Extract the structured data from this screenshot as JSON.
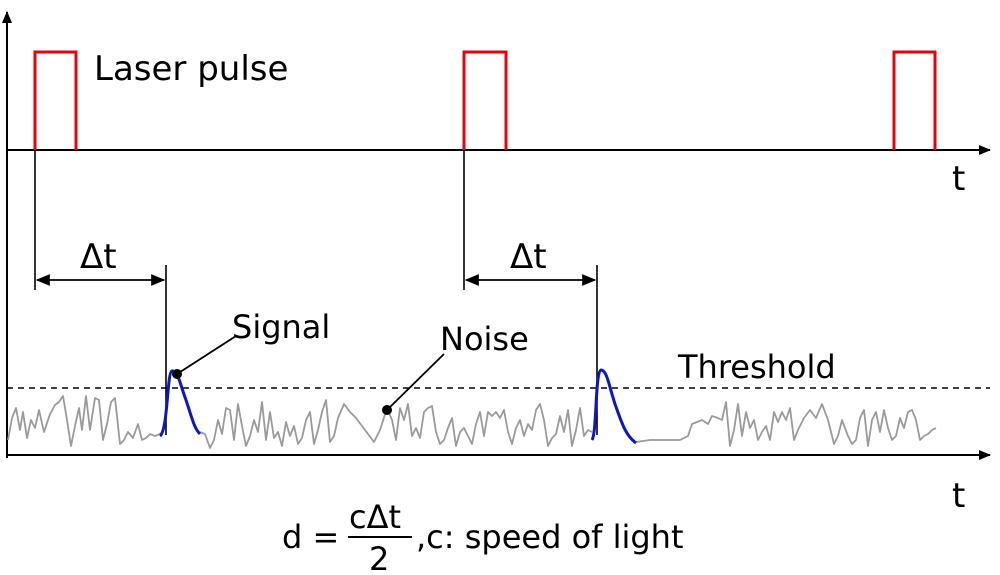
{
  "diagram": {
    "laser_label": "Laser pulse",
    "axis_t_top": "t",
    "axis_t_bottom": "t",
    "delta_t_1": "Δt",
    "delta_t_2": "Δt",
    "signal_label": "Signal",
    "noise_label": "Noise",
    "threshold_label": "Threshold",
    "formula": {
      "lhs": "d =",
      "numerator": "cΔt",
      "denominator": "2",
      "suffix": ",c: speed of light"
    }
  },
  "colors": {
    "pulse": "#e8000b",
    "signal": "#0b16c8",
    "noise": "#9a9a9a",
    "axis": "#000000"
  }
}
